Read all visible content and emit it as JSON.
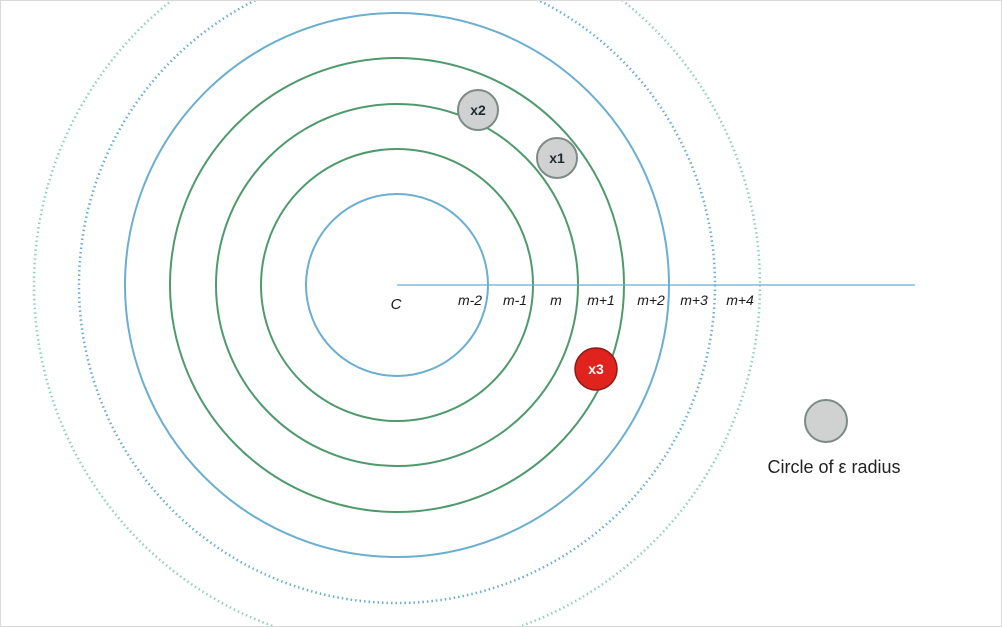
{
  "center": {
    "label": "C"
  },
  "ring_labels": [
    "m-2",
    "m-1",
    "m",
    "m+1",
    "m+2",
    "m+3",
    "m+4"
  ],
  "points": [
    {
      "label": "x2",
      "state": "gray"
    },
    {
      "label": "x1",
      "state": "gray"
    },
    {
      "label": "x3",
      "state": "red"
    }
  ],
  "legend": {
    "text": "Circle of ε radius"
  },
  "colors": {
    "ring_blue": "#6aaed0",
    "ring_green": "#4f9a6c",
    "point_gray": "#cfd2d1",
    "point_red": "#e0231d"
  }
}
